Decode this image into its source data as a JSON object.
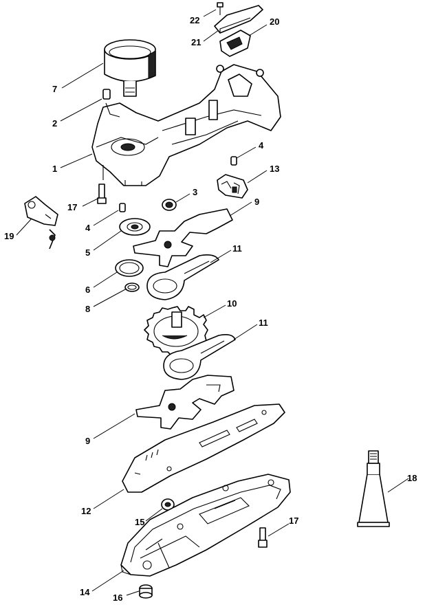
{
  "callouts": [
    {
      "id": "c22",
      "text": "22"
    },
    {
      "id": "c20",
      "text": "20"
    },
    {
      "id": "c21",
      "text": "21"
    },
    {
      "id": "c7",
      "text": "7"
    },
    {
      "id": "c2",
      "text": "2"
    },
    {
      "id": "c1",
      "text": "1"
    },
    {
      "id": "c4a",
      "text": "4"
    },
    {
      "id": "c13",
      "text": "13"
    },
    {
      "id": "c3",
      "text": "3"
    },
    {
      "id": "c17a",
      "text": "17"
    },
    {
      "id": "c9a",
      "text": "9"
    },
    {
      "id": "c19",
      "text": "19"
    },
    {
      "id": "c4b",
      "text": "4"
    },
    {
      "id": "c5",
      "text": "5"
    },
    {
      "id": "c11a",
      "text": "11"
    },
    {
      "id": "c6",
      "text": "6"
    },
    {
      "id": "c8",
      "text": "8"
    },
    {
      "id": "c10",
      "text": "10"
    },
    {
      "id": "c11b",
      "text": "11"
    },
    {
      "id": "c9b",
      "text": "9"
    },
    {
      "id": "c18",
      "text": "18"
    },
    {
      "id": "c12",
      "text": "12"
    },
    {
      "id": "c15",
      "text": "15"
    },
    {
      "id": "c17b",
      "text": "17"
    },
    {
      "id": "c14",
      "text": "14"
    },
    {
      "id": "c16",
      "text": "16"
    }
  ]
}
